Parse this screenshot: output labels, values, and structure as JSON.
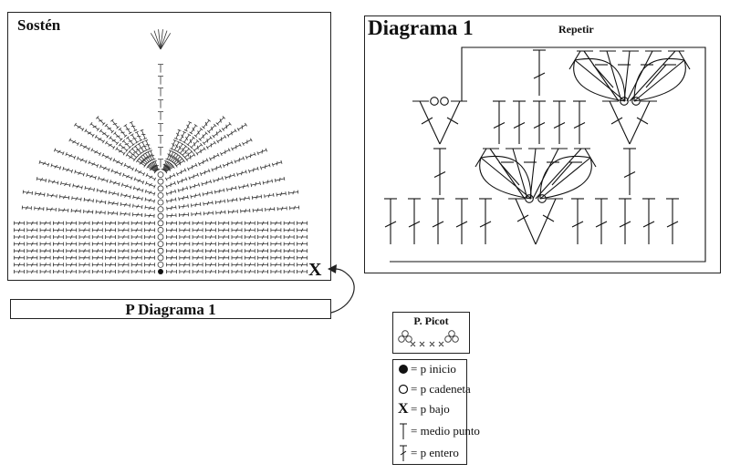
{
  "sosten": {
    "title": "Sostén",
    "corner_mark": "X",
    "chain_count": 14,
    "start_symbol": "p-inicio",
    "stitch_symbol": "p-entero"
  },
  "pattern_link": {
    "label": "P Diagrama 1"
  },
  "diagram1": {
    "title": "Diagrama 1",
    "repeat_label": "Repetir"
  },
  "picot": {
    "title": "P. Picot"
  },
  "legend": {
    "items": [
      {
        "icon": "filled-circle-icon",
        "text": "= p inicio"
      },
      {
        "icon": "open-circle-icon",
        "text": "= p cadeneta"
      },
      {
        "icon": "x-icon",
        "symbol": "X",
        "text": "= p bajo"
      },
      {
        "icon": "half-double-crochet-icon",
        "text": "= medio punto"
      },
      {
        "icon": "double-crochet-icon",
        "text": "= p entero"
      }
    ]
  }
}
